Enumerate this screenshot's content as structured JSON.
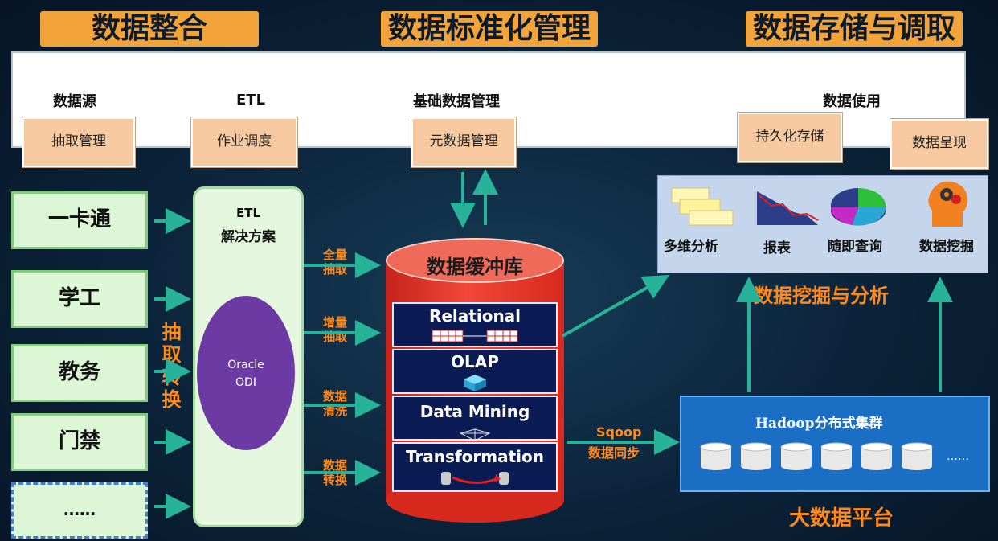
{
  "headers": {
    "integration": "数据整合",
    "standardization": "数据标准化管理",
    "storage": "数据存储与调取"
  },
  "top_band": {
    "source": {
      "label": "数据源",
      "box": "抽取管理"
    },
    "etl": {
      "label": "ETL",
      "box": "作业调度"
    },
    "basic_mgmt": {
      "label": "基础数据管理",
      "box": "元数据管理"
    },
    "usage": {
      "label": "数据使用",
      "box_persist": "持久化存储",
      "box_present": "数据呈现"
    }
  },
  "sources": [
    "一卡通",
    "学工",
    "教务",
    "门禁",
    "……"
  ],
  "extract_transform_label": "抽取转换",
  "etl_solution": {
    "title_line1": "ETL",
    "title_line2": "解决方案",
    "odi_line1": "Oracle",
    "odi_line2": "ODI"
  },
  "flows": {
    "full": [
      "全量",
      "抽取"
    ],
    "incremental": [
      "增量",
      "抽取"
    ],
    "clean": [
      "数据",
      "清洗"
    ],
    "convert": [
      "数据",
      "转换"
    ]
  },
  "buffer_db": {
    "title": "数据缓冲库",
    "layers": [
      "Relational",
      "OLAP",
      "Data Mining",
      "Transformation"
    ]
  },
  "analysis": {
    "items": [
      "多维分析",
      "报表",
      "随即查询",
      "数据挖掘"
    ],
    "caption": "数据挖掘与分析"
  },
  "sqoop": {
    "line1": "Sqoop",
    "line2": "数据同步"
  },
  "hadoop": {
    "title": "Hadoop分布式集群",
    "ellipsis": "……",
    "caption": "大数据平台"
  },
  "colors": {
    "orange_header": "#f2a33a",
    "orange_text": "#ff8a1c",
    "arrow": "#26b39a",
    "db_red": "#e03a2e",
    "hadoop_blue": "#1a6ec4"
  }
}
